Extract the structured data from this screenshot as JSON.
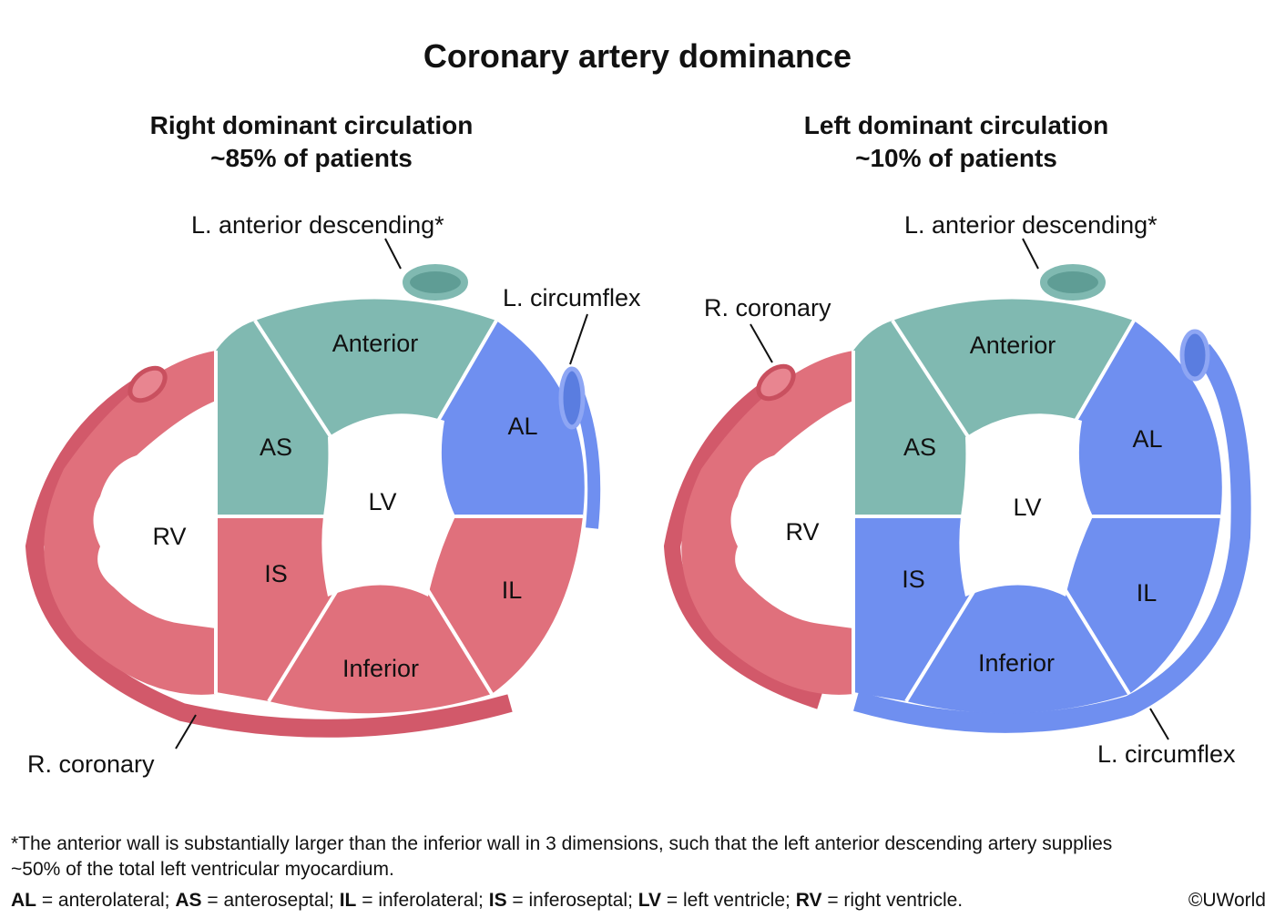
{
  "title": "Coronary artery dominance",
  "colors": {
    "lad": "#80b9b1",
    "lcx": "#6f8ff0",
    "rca": "#e0707c"
  },
  "panels": [
    {
      "heading": "Right dominant circulation",
      "subheading": "~85% of patients",
      "labels": {
        "lad": "L. anterior descending*",
        "lcx": "L. circumflex",
        "rca": "R. coronary"
      },
      "segments": {
        "anterior": "Anterior",
        "as": "AS",
        "al": "AL",
        "is": "IS",
        "inferior": "Inferior",
        "il": "IL",
        "lv": "LV",
        "rv": "RV"
      }
    },
    {
      "heading": "Left dominant circulation",
      "subheading": "~10% of patients",
      "labels": {
        "lad": "L. anterior descending*",
        "lcx": "L. circumflex",
        "rca": "R. coronary"
      },
      "segments": {
        "anterior": "Anterior",
        "as": "AS",
        "al": "AL",
        "is": "IS",
        "inferior": "Inferior",
        "il": "IL",
        "lv": "LV",
        "rv": "RV"
      }
    }
  ],
  "footnote": {
    "line1": "*The anterior wall is substantially larger than the inferior wall in 3 dimensions, such that the left anterior descending artery supplies",
    "line2": "~50% of the total left ventricular myocardium.",
    "abbreviations": [
      {
        "abbr": "AL",
        "def": " = anterolateral; "
      },
      {
        "abbr": "AS",
        "def": " = anteroseptal; "
      },
      {
        "abbr": "IL",
        "def": " = inferolateral; "
      },
      {
        "abbr": "IS",
        "def": " = inferoseptal; "
      },
      {
        "abbr": "LV",
        "def": " = left ventricle; "
      },
      {
        "abbr": "RV",
        "def": " = right ventricle."
      }
    ],
    "copyright": "©UWorld"
  }
}
